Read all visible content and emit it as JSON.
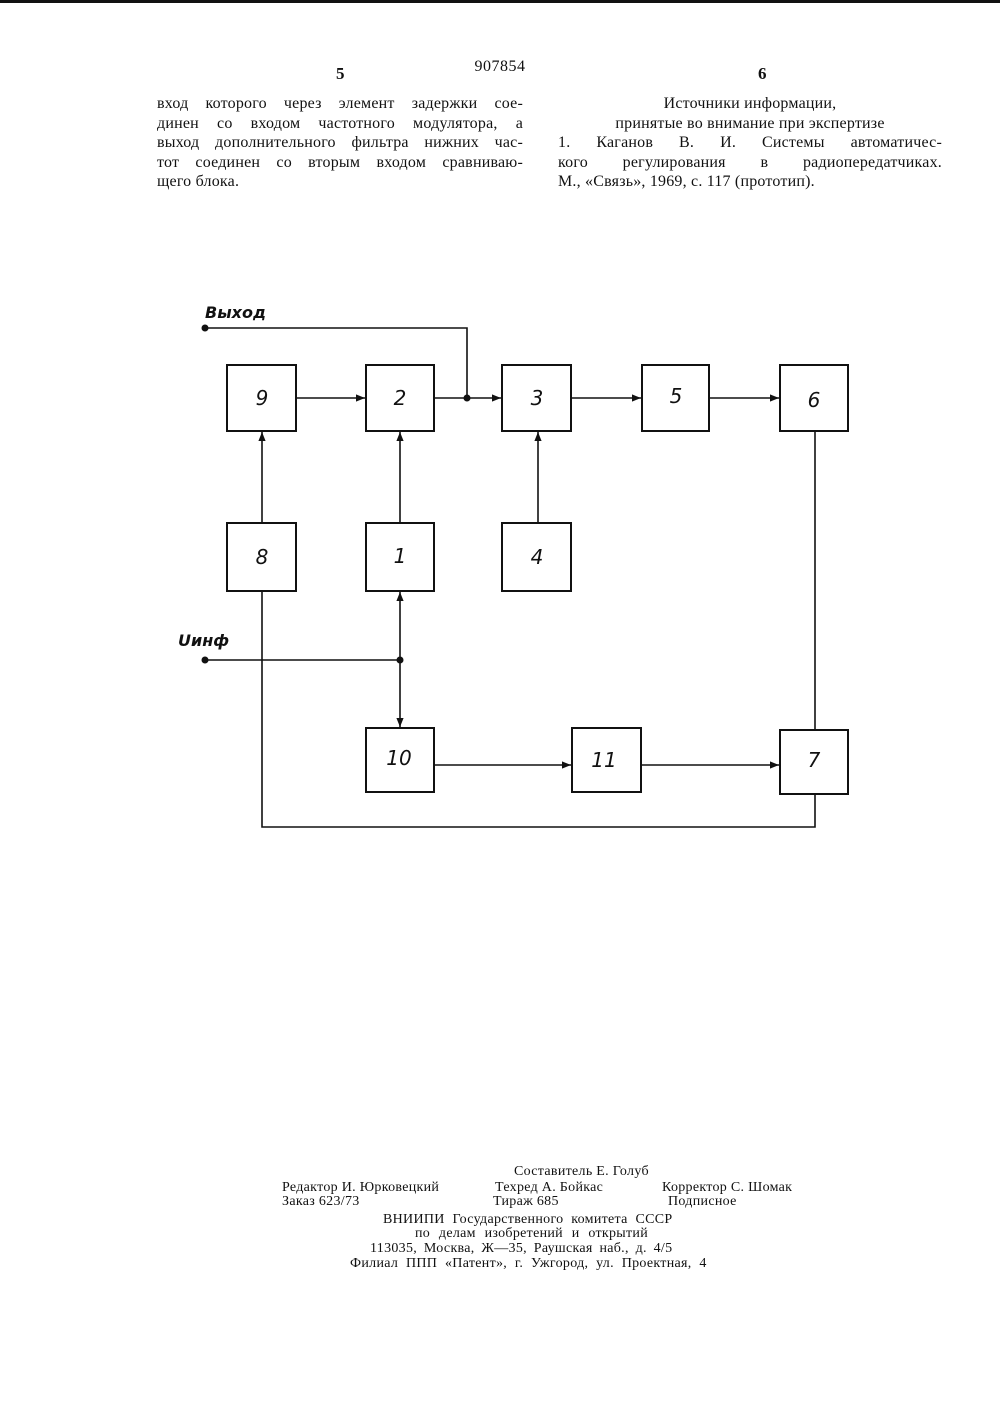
{
  "header": {
    "patent_number": "907854",
    "left_page": "5",
    "right_page": "6"
  },
  "left_column": [
    "вход которого через элемент задержки сое-",
    "динен со входом частотного модулятора, а",
    "выход дополнительного фильтра нижних час-",
    "тот соединен со вторым входом сравниваю-",
    "щего блока."
  ],
  "right_column": {
    "heading1": "Источники информации,",
    "heading2": "принятые во внимание при экспертизе",
    "ref_line1": "1. Каганов В. И. Системы автоматичес-",
    "ref_line2": "кого регулирования в радиопередатчиках.",
    "ref_line3": "М., «Связь», 1969, с. 117 (прототип)."
  },
  "diagram": {
    "output_label": "Выход",
    "input_label": "Uинф",
    "blocks": [
      {
        "id": "b9",
        "label": "9"
      },
      {
        "id": "b2",
        "label": "2"
      },
      {
        "id": "b3",
        "label": "3"
      },
      {
        "id": "b5",
        "label": "5"
      },
      {
        "id": "b6",
        "label": "6"
      },
      {
        "id": "b8",
        "label": "8"
      },
      {
        "id": "b1",
        "label": "1"
      },
      {
        "id": "b4",
        "label": "4"
      },
      {
        "id": "b10",
        "label": "10"
      },
      {
        "id": "b11",
        "label": "11"
      },
      {
        "id": "b7",
        "label": "7"
      }
    ]
  },
  "imprint": {
    "compiler": "Составитель Е. Голуб",
    "editor": "Редактор И. Юрковецкий",
    "techred": "Техред А. Бойкас",
    "corrector": "Корректор С. Шомак",
    "order": "Заказ 623/73",
    "circulation": "Тираж 685",
    "subscription": "Подписное",
    "org1": "ВНИИПИ Государственного комитета СССР",
    "org2": "по делам изобретений и открытий",
    "address": "113035, Москва, Ж—35, Раушская наб., д. 4/5",
    "branch": "Филиал ППП «Патент», г. Ужгород, ул. Проектная, 4"
  }
}
